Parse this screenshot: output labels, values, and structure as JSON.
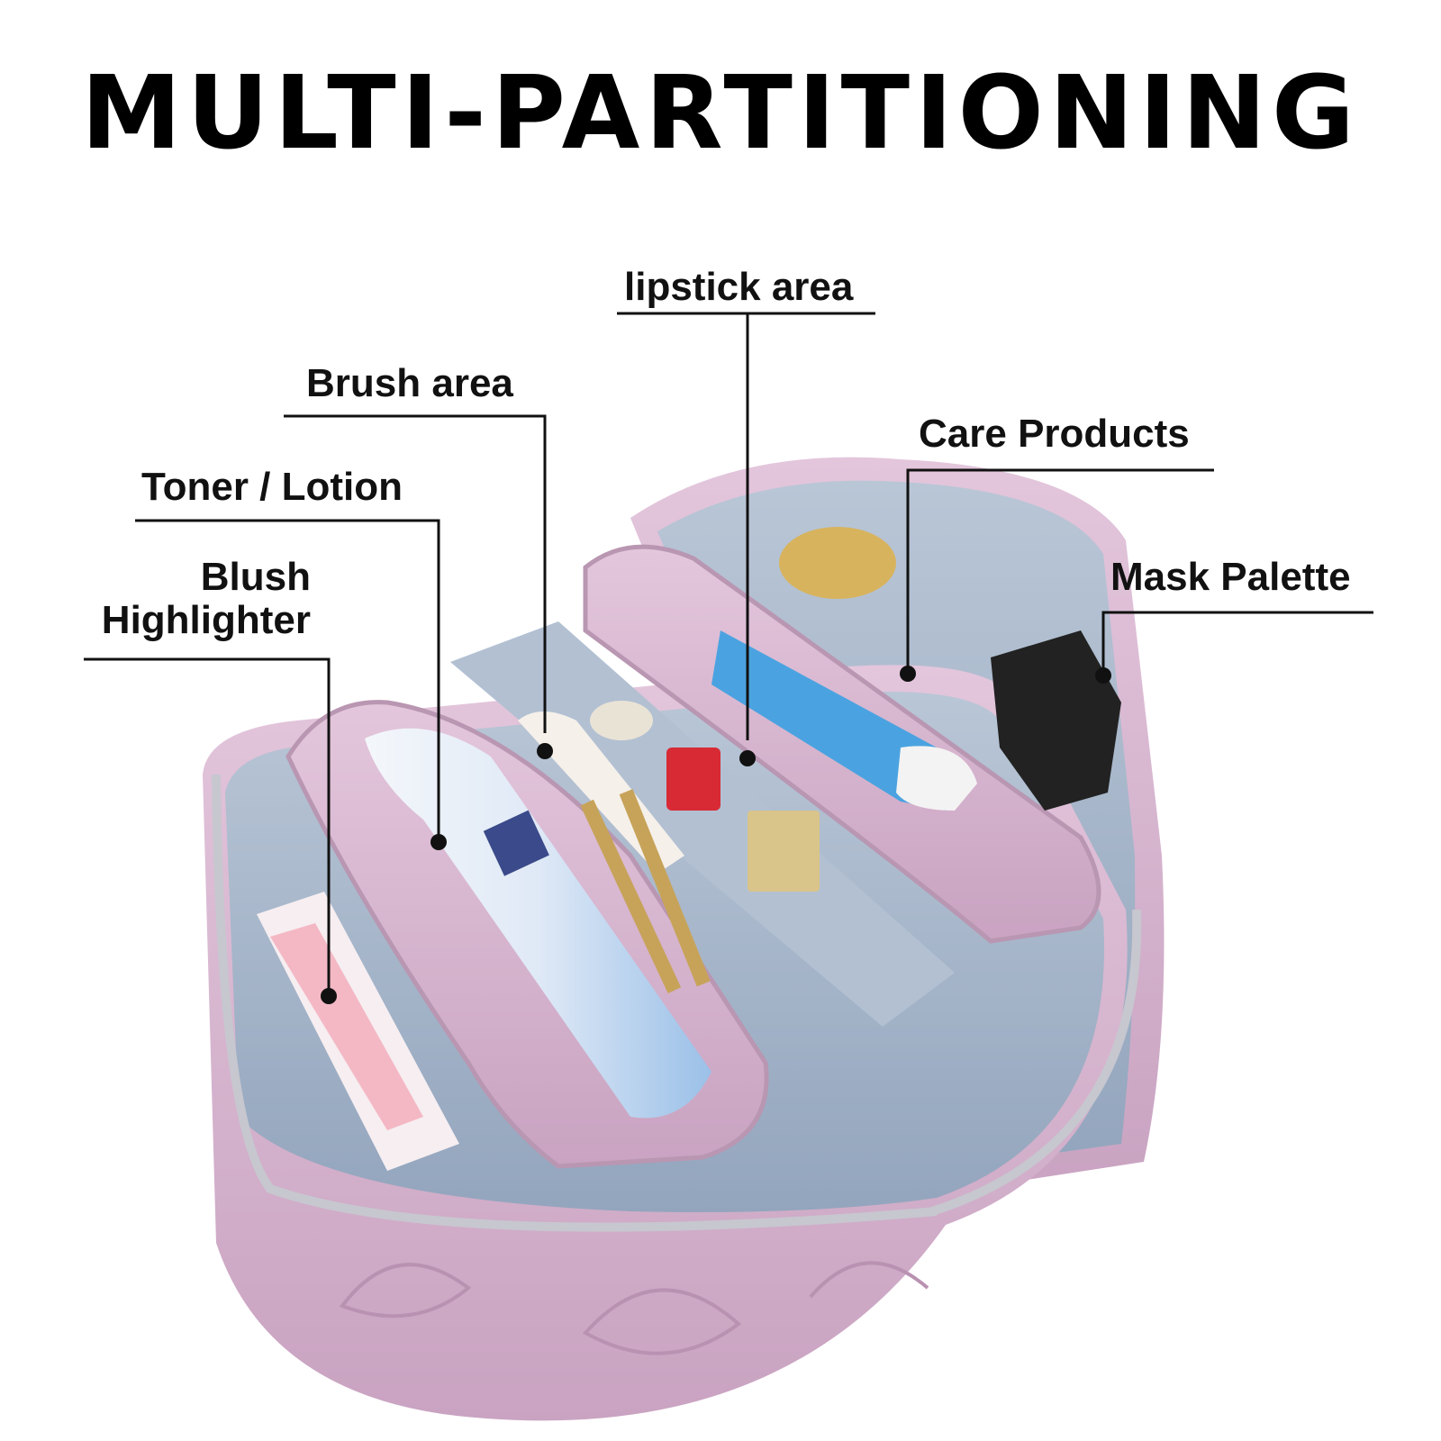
{
  "title": "MULTI-PARTITIONING",
  "callouts": {
    "lipstick": "lipstick area",
    "brush": "Brush area",
    "care": "Care Products",
    "toner": "Toner / Lotion",
    "mask": "Mask Palette",
    "blush_line1": "Blush",
    "blush_line2": "Highlighter"
  },
  "colors": {
    "bag_pink": "#d9b8d2",
    "bag_pink_dark": "#b996b2",
    "lining_blue": "#a9b8cc",
    "lining_blue_dark": "#8ea0b8",
    "leader_line": "#111111"
  }
}
